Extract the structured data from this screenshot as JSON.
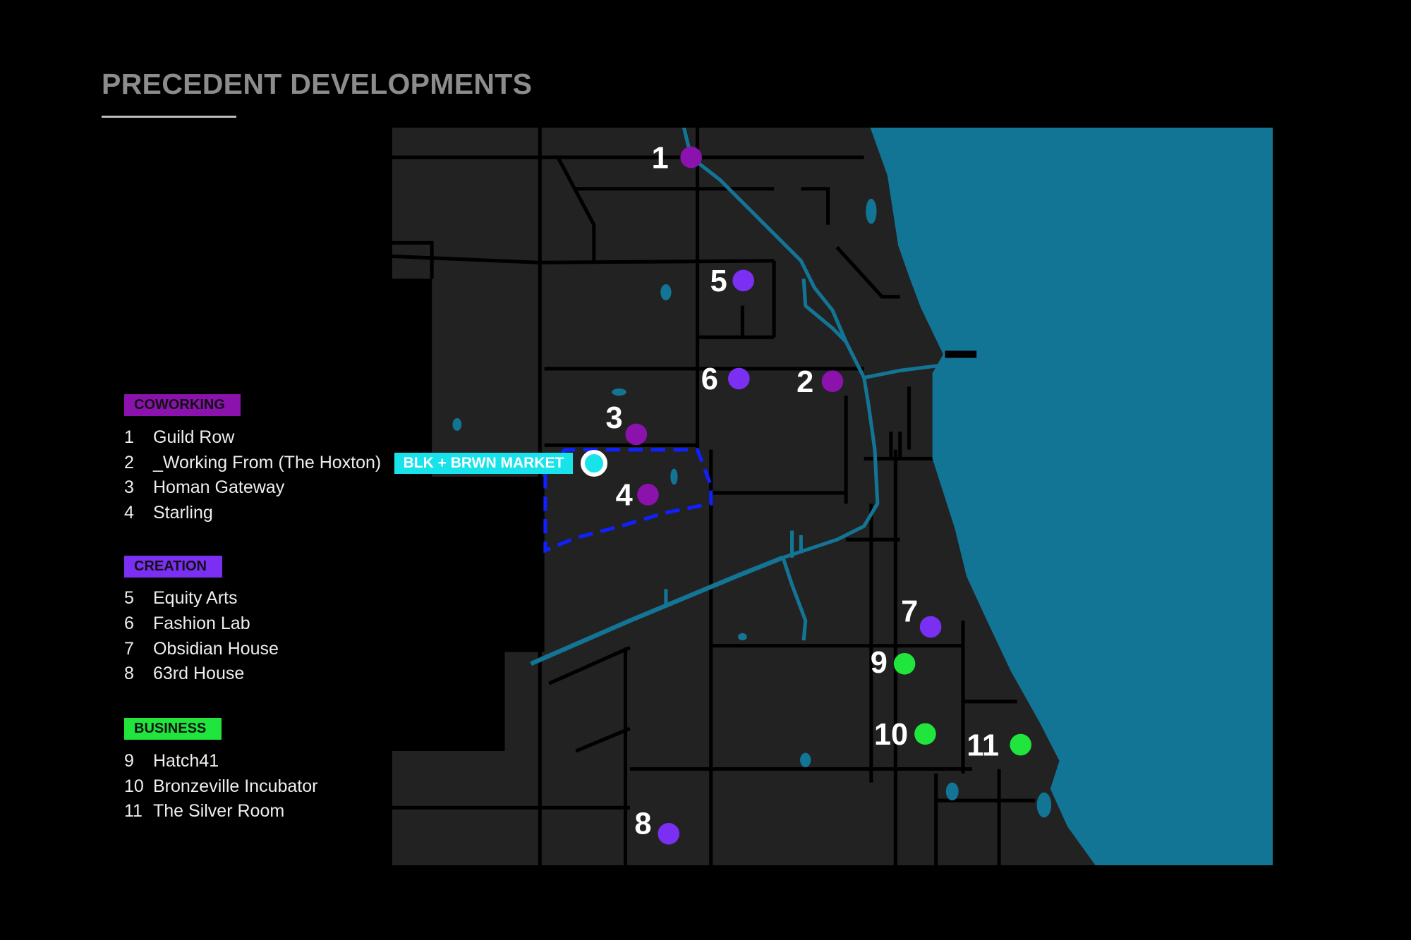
{
  "title": "PRECEDENT DEVELOPMENTS",
  "colors": {
    "coworking": "#8b12ad",
    "creation": "#7b2ff2",
    "business": "#1fe53c",
    "water": "#137595",
    "land": "#222222",
    "market": "#19e3ea",
    "boundary": "#1020ff"
  },
  "legend": {
    "coworking": {
      "label": "COWORKING",
      "items": [
        {
          "num": "1",
          "name": "Guild Row"
        },
        {
          "num": "2",
          "name": "_Working From (The Hoxton)"
        },
        {
          "num": "3",
          "name": "Homan Gateway"
        },
        {
          "num": "4",
          "name": "Starling"
        }
      ]
    },
    "creation": {
      "label": "CREATION",
      "items": [
        {
          "num": "5",
          "name": "Equity Arts"
        },
        {
          "num": "6",
          "name": "Fashion Lab"
        },
        {
          "num": "7",
          "name": "Obsidian House"
        },
        {
          "num": "8",
          "name": "63rd House"
        }
      ]
    },
    "business": {
      "label": "BUSINESS",
      "items": [
        {
          "num": "9",
          "name": "Hatch41"
        },
        {
          "num": "10",
          "name": "Bronzeville Incubator"
        },
        {
          "num": "11",
          "name": "The Silver Room"
        }
      ]
    }
  },
  "map": {
    "market_label": "BLK + BRWN MARKET",
    "markers": [
      {
        "num": "1",
        "category": "coworking"
      },
      {
        "num": "2",
        "category": "coworking"
      },
      {
        "num": "3",
        "category": "coworking"
      },
      {
        "num": "4",
        "category": "coworking"
      },
      {
        "num": "5",
        "category": "creation"
      },
      {
        "num": "6",
        "category": "creation"
      },
      {
        "num": "7",
        "category": "creation"
      },
      {
        "num": "8",
        "category": "creation"
      },
      {
        "num": "9",
        "category": "business"
      },
      {
        "num": "10",
        "category": "business"
      },
      {
        "num": "11",
        "category": "business"
      }
    ]
  }
}
